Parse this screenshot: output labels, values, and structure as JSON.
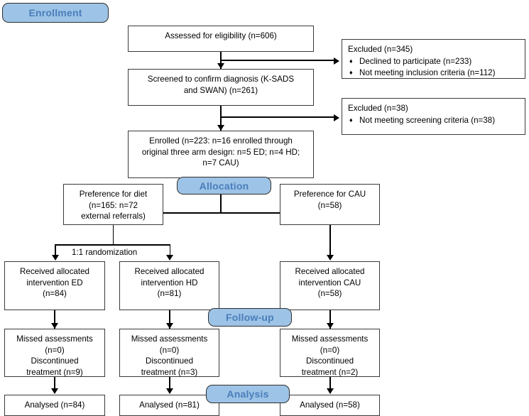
{
  "diagram": {
    "title": "CONSORT participant flow diagram",
    "accent_color": "#9dc3e6",
    "badge_text_color": "#4a7ebb",
    "box_border_color": "#3a3a3a"
  },
  "stages": {
    "enrollment": "Enrollment",
    "allocation": "Allocation",
    "followup": "Follow-up",
    "analysis": "Analysis"
  },
  "enrollment": {
    "assessed": "Assessed for eligibility (n=606)",
    "screened_line1": "Screened to confirm diagnosis (K-SADS",
    "screened_line2": "and SWAN) (n=261)",
    "enrolled_line1": "Enrolled (n=223: n=16 enrolled through",
    "enrolled_line2": "original three arm design: n=5 ED; n=4 HD;",
    "enrolled_line3": "n=7 CAU)"
  },
  "exclusions": [
    {
      "header": "Excluded (n=345)",
      "bullet_glyph": "♦",
      "items": [
        "Declined to participate (n=233)",
        "Not meeting inclusion criteria (n=112)"
      ]
    },
    {
      "header": "Excluded (n=38)",
      "bullet_glyph": "♦",
      "items": [
        "Not meeting screening criteria (n=38)"
      ]
    }
  ],
  "allocation": {
    "preference_diet_line1": "Preference for diet",
    "preference_diet_line2": "(n=165: n=72",
    "preference_diet_line3": "external referrals)",
    "preference_cau_line1": "Preference for CAU",
    "preference_cau_line2": "(n=58)",
    "randomization_label": "1:1 randomization"
  },
  "arms": [
    {
      "id": "ed",
      "allocated_line1": "Received allocated",
      "allocated_line2": "intervention ED",
      "allocated_line3": "(n=84)",
      "followup_line1": "Missed assessments",
      "followup_line2": "(n=0)",
      "followup_line3": "Discontinued",
      "followup_line4": "treatment (n=9)",
      "analysed": "Analysed (n=84)"
    },
    {
      "id": "hd",
      "allocated_line1": "Received allocated",
      "allocated_line2": "intervention HD",
      "allocated_line3": "(n=81)",
      "followup_line1": "Missed assessments",
      "followup_line2": "(n=0)",
      "followup_line3": "Discontinued",
      "followup_line4": "treatment (n=3)",
      "analysed": "Analysed (n=81)"
    },
    {
      "id": "cau",
      "allocated_line1": "Received allocated",
      "allocated_line2": "intervention CAU",
      "allocated_line3": "(n=58)",
      "followup_line1": "Missed assessments",
      "followup_line2": "(n=0)",
      "followup_line3": "Discontinued",
      "followup_line4": "treatment (n=2)",
      "analysed": "Analysed (n=58)"
    }
  ]
}
